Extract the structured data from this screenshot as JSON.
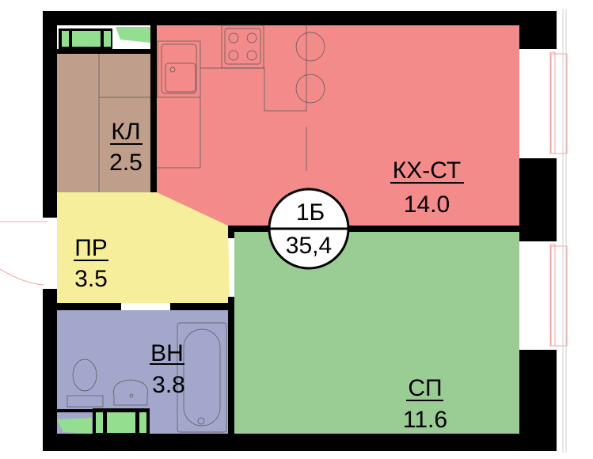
{
  "apartment": {
    "type": "1Б",
    "total_area": "35,4"
  },
  "rooms": [
    {
      "code": "КЛ",
      "area": "2.5",
      "color": "#bf9f8b"
    },
    {
      "code": "КХ-СТ",
      "area": "14.0",
      "color": "#f28b8a"
    },
    {
      "code": "ПР",
      "area": "3.5",
      "color": "#f6ee9a"
    },
    {
      "code": "ВН",
      "area": "3.8",
      "color": "#a3a7cb"
    },
    {
      "code": "СП",
      "area": "11.6",
      "color": "#99cd94"
    }
  ],
  "colors": {
    "wall": "#000000",
    "window_glass": "#93df8f"
  }
}
